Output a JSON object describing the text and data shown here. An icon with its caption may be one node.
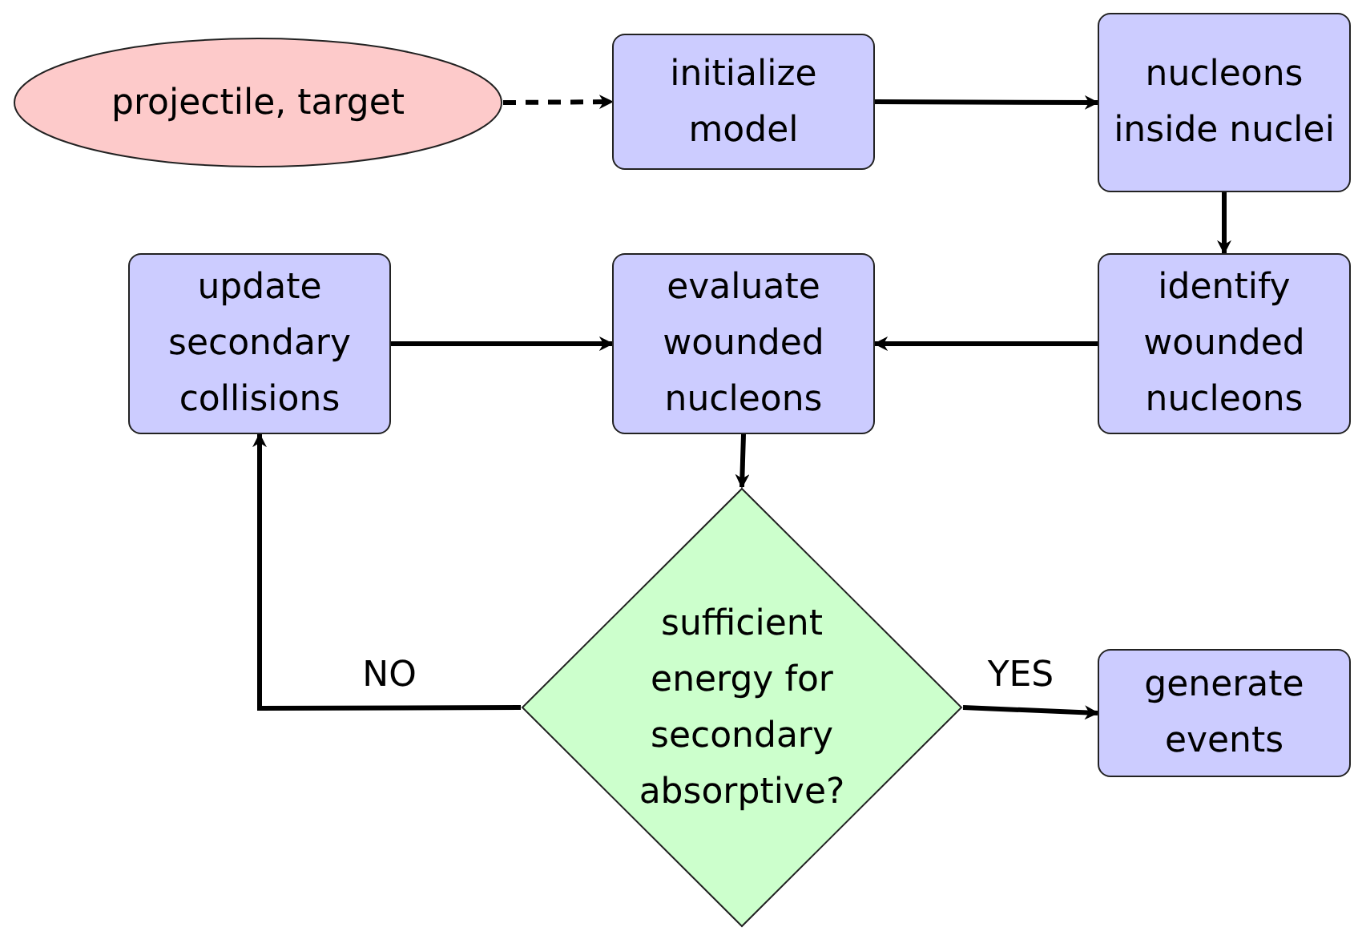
{
  "diagram": {
    "nodes": [
      {
        "text": [
          "projectile, target"
        ]
      },
      {
        "text": [
          "initialize model"
        ]
      },
      {
        "text": [
          "nucleons inside nuclei"
        ]
      },
      {
        "text": [
          "update secondary collisions"
        ]
      },
      {
        "text": [
          "evaluate wounded nucleons"
        ]
      },
      {
        "text": [
          "identify wounded nucleons"
        ]
      },
      {
        "text": [
          "sufficient energy for secondary absorptive?"
        ]
      },
      {
        "text": [
          "generate events"
        ]
      }
    ],
    "edges": [
      {
        "from": 0,
        "to": 1,
        "arrow": "to",
        "style": "dashed"
      },
      {
        "from": 1,
        "to": 2,
        "arrow": "to"
      },
      {
        "from": 2,
        "to": 5,
        "arrow": "to"
      },
      {
        "from": 5,
        "to": 4,
        "arrow": "to"
      },
      {
        "from": 3,
        "to": 4,
        "arrow": "to"
      },
      {
        "from": 4,
        "to": 6,
        "arrow": "to"
      },
      {
        "from": 6,
        "to": 3,
        "arrow": "to",
        "label": "NO"
      },
      {
        "from": 6,
        "to": 7,
        "arrow": "to",
        "label": "YES"
      }
    ]
  }
}
